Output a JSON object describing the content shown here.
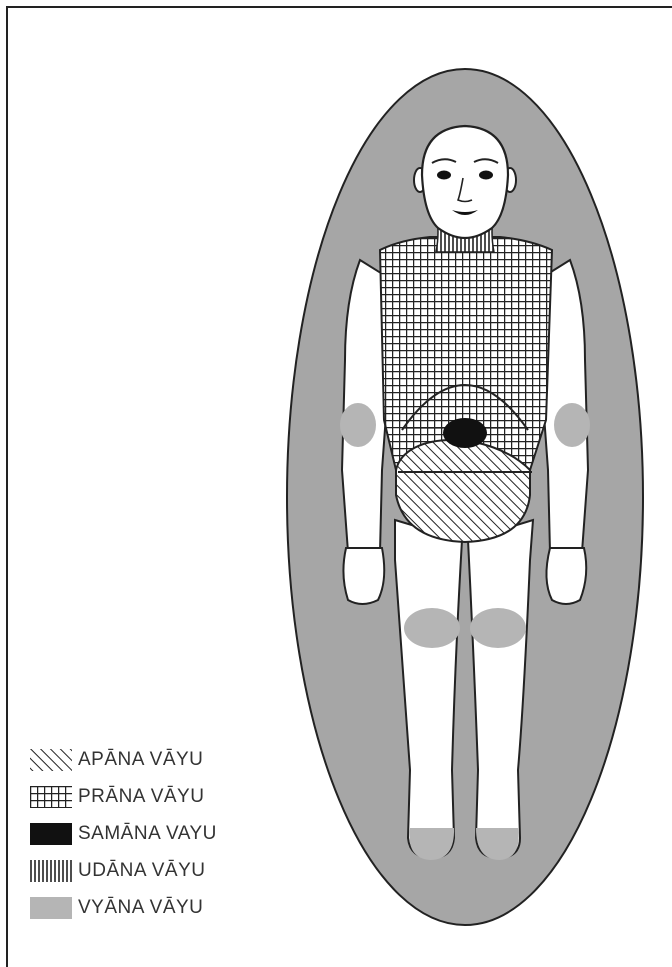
{
  "legend": [
    {
      "key": "apana",
      "label": "APĀNA VĀYU",
      "pattern": "diagonal-hatch"
    },
    {
      "key": "prana",
      "label": "PRĀNA VĀYU",
      "pattern": "crosshatch-grid"
    },
    {
      "key": "samana",
      "label": "SAMĀNA VAYU",
      "pattern": "solid-black"
    },
    {
      "key": "udana",
      "label": "UDĀNA VĀYU",
      "pattern": "vertical-lines"
    },
    {
      "key": "vyana",
      "label": "VYĀNA VĀYU",
      "pattern": "solid-gray"
    }
  ],
  "colors": {
    "aura": "#a6a6a6",
    "vyana": "#b5b5b5",
    "outline": "#222222",
    "samana": "#111111"
  }
}
